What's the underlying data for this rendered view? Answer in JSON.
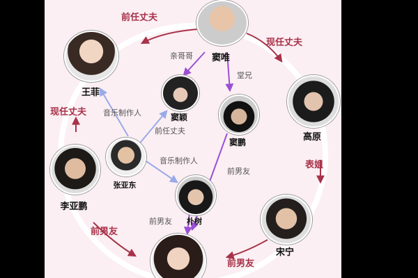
{
  "people": {
    "dou_wei": "窦唯",
    "wang_fei": "王菲",
    "dou_ying": "窦颖",
    "dou_peng": "窦鹏",
    "gao_yuan": "高原",
    "zhang_yadong": "张亚东",
    "li_yapeng": "李亚鹏",
    "pu_shu": "朴树",
    "song_ning": "宋宁"
  },
  "relations": {
    "ex_husband_top": "前任丈夫",
    "current_husband_right": "现任丈夫",
    "biological_brother": "亲哥哥",
    "cousin_brother": "堂兄",
    "music_producer_a": "音乐制作人",
    "ex_husband_mid": "前任丈夫",
    "music_producer_b": "音乐制作人",
    "current_husband_left": "现任丈夫",
    "cousin_sister": "表姐",
    "ex_boyfriend_a": "前男友",
    "ex_boyfriend_b": "前男友",
    "ex_boyfriend_c": "前男友",
    "ex_boyfriend_d": "前男友"
  },
  "colors": {
    "circle": "#ffffff",
    "red_arrow": "#a8324a",
    "purple_arrow": "#9b4fd6",
    "light_arrow": "#9aa9e8",
    "background": "#fbeff3"
  }
}
